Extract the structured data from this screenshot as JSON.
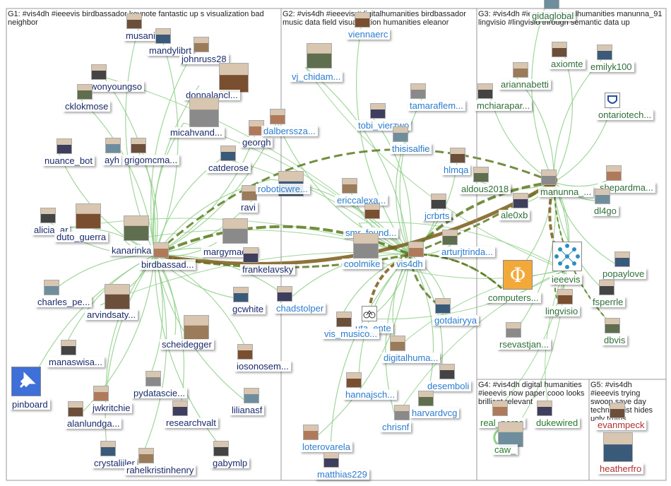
{
  "palette": {
    "g1": "#1b2a6b",
    "g2": "#2a7ccf",
    "g3": "#2f6e3a",
    "g4": "#247a2a",
    "g5": "#b03030",
    "edge_light": "#8fcf88",
    "edge_dark": "#5a7a1e",
    "edge_brown": "#7a5c1a"
  },
  "groups": [
    {
      "id": "g1",
      "title": "G1: #vis4dh #ieeevis birdbassador keynote fantastic up s visualization bad neighbor"
    },
    {
      "id": "g2",
      "title": "G2: #vis4dh #ieeevis #digitalhumanities birdbassador music data field visualization humanities eleanor"
    },
    {
      "id": "g3",
      "title": "G3: #vis4dh #ieeevis #digitalhumanities manunna_91 lingvisio #lingvisio through semantic data up"
    },
    {
      "id": "g4",
      "title": "G4: #vis4dh digital humanities #ieeevis now paper cooo looks brilliant relevant"
    },
    {
      "id": "g5",
      "title": "G5: #vis4dh #ieeevis trying swoop save day technologist hides ugly truths"
    }
  ],
  "nodes": [
    {
      "label": "musanim",
      "group": "g1",
      "icon": "avatar-icon"
    },
    {
      "label": "mandylibrt",
      "group": "g1",
      "icon": "avatar-icon"
    },
    {
      "label": "johnruss28",
      "group": "g1",
      "icon": "avatar-icon"
    },
    {
      "label": "wonyoungso",
      "group": "g1",
      "icon": "avatar-icon"
    },
    {
      "label": "donnalancl...",
      "group": "g1",
      "icon": "avatar-icon"
    },
    {
      "label": "cklokmose",
      "group": "g1",
      "icon": "avatar-icon"
    },
    {
      "label": "micahvand...",
      "group": "g1",
      "icon": "avatar-icon"
    },
    {
      "label": "georgh",
      "group": "g1",
      "icon": "avatar-icon"
    },
    {
      "label": "nuance_bot",
      "group": "g1",
      "icon": "avatar-icon"
    },
    {
      "label": "ayh",
      "group": "g1",
      "icon": "avatar-icon"
    },
    {
      "label": "grigomcma...",
      "group": "g1",
      "icon": "avatar-icon"
    },
    {
      "label": "catderose",
      "group": "g1",
      "icon": "avatar-icon"
    },
    {
      "label": "ravi",
      "group": "g1",
      "icon": "avatar-icon"
    },
    {
      "label": "alicia_ar",
      "group": "g1",
      "icon": "avatar-icon"
    },
    {
      "label": "duto_guerra",
      "group": "g1",
      "icon": "avatar-icon"
    },
    {
      "label": "kanarinka",
      "group": "g1",
      "icon": "avatar-icon"
    },
    {
      "label": "margymacl...",
      "group": "g1",
      "icon": "avatar-icon"
    },
    {
      "label": "birdbassad...",
      "group": "g1",
      "icon": "avatar-icon"
    },
    {
      "label": "frankelavsky",
      "group": "g1",
      "icon": "avatar-icon"
    },
    {
      "label": "charles_pe...",
      "group": "g1",
      "icon": "avatar-icon"
    },
    {
      "label": "arvindsaty...",
      "group": "g1",
      "icon": "avatar-icon"
    },
    {
      "label": "gcwhite",
      "group": "g1",
      "icon": "avatar-icon"
    },
    {
      "label": "scheidegger",
      "group": "g1",
      "icon": "avatar-icon"
    },
    {
      "label": "manaswisa...",
      "group": "g1",
      "icon": "avatar-icon"
    },
    {
      "label": "iosonosem...",
      "group": "g1",
      "icon": "avatar-icon"
    },
    {
      "label": "pinboard",
      "group": "g1",
      "icon": "pin-icon"
    },
    {
      "label": "pydatascie...",
      "group": "g1",
      "icon": "avatar-icon"
    },
    {
      "label": "jwkritchie",
      "group": "g1",
      "icon": "avatar-icon"
    },
    {
      "label": "researchvalt",
      "group": "g1",
      "icon": "avatar-icon"
    },
    {
      "label": "lilianasf",
      "group": "g1",
      "icon": "avatar-icon"
    },
    {
      "label": "alanlundga...",
      "group": "g1",
      "icon": "avatar-icon"
    },
    {
      "label": "crystaliiler",
      "group": "g1",
      "icon": "avatar-icon"
    },
    {
      "label": "rahelkristinhenry",
      "group": "g1",
      "icon": "avatar-icon"
    },
    {
      "label": "gabymlp",
      "group": "g1",
      "icon": "avatar-icon"
    },
    {
      "label": "viennaerc",
      "group": "g2",
      "icon": "avatar-icon"
    },
    {
      "label": "vj_chidam...",
      "group": "g2",
      "icon": "avatar-icon"
    },
    {
      "label": "tamaraflem...",
      "group": "g2",
      "icon": "avatar-icon"
    },
    {
      "label": "dalberssza...",
      "group": "g2",
      "icon": "avatar-icon"
    },
    {
      "label": "tobi_vierzwo",
      "group": "g2",
      "icon": "avatar-icon"
    },
    {
      "label": "thisisalfie",
      "group": "g2",
      "icon": "avatar-icon"
    },
    {
      "label": "hlmqa",
      "group": "g2",
      "icon": "avatar-icon"
    },
    {
      "label": "roboticwre...",
      "group": "g2",
      "icon": "avatar-icon"
    },
    {
      "label": "ericcalexa...",
      "group": "g2",
      "icon": "avatar-icon"
    },
    {
      "label": "jcrbrts",
      "group": "g2",
      "icon": "avatar-icon"
    },
    {
      "label": "smr_found...",
      "group": "g2",
      "icon": "avatar-icon"
    },
    {
      "label": "arturjtrinda...",
      "group": "g2",
      "icon": "avatar-icon"
    },
    {
      "label": "coolmike",
      "group": "g2",
      "icon": "avatar-icon"
    },
    {
      "label": "vis4dh",
      "group": "g2",
      "icon": "avatar-icon"
    },
    {
      "label": "chadstolper",
      "group": "g2",
      "icon": "avatar-icon"
    },
    {
      "label": "uta_ente",
      "group": "g2",
      "icon": "bike-icon"
    },
    {
      "label": "vis_musico...",
      "group": "g2",
      "icon": "avatar-icon"
    },
    {
      "label": "gotdairyya",
      "group": "g2",
      "icon": "avatar-icon"
    },
    {
      "label": "digitalhuma...",
      "group": "g2",
      "icon": "avatar-icon"
    },
    {
      "label": "desemboli",
      "group": "g2",
      "icon": "avatar-icon"
    },
    {
      "label": "hannajsch...",
      "group": "g2",
      "icon": "avatar-icon"
    },
    {
      "label": "harvardvcg",
      "group": "g2",
      "icon": "avatar-icon"
    },
    {
      "label": "chrisnf",
      "group": "g2",
      "icon": "avatar-icon"
    },
    {
      "label": "loterovarela",
      "group": "g2",
      "icon": "avatar-icon"
    },
    {
      "label": "matthias229",
      "group": "g2",
      "icon": "avatar-icon"
    },
    {
      "label": "gidaglobal",
      "group": "g3",
      "icon": "avatar-icon"
    },
    {
      "label": "axiomte",
      "group": "g3",
      "icon": "avatar-icon"
    },
    {
      "label": "emilyk100",
      "group": "g3",
      "icon": "avatar-icon"
    },
    {
      "label": "ariannabetti",
      "group": "g3",
      "icon": "avatar-icon"
    },
    {
      "label": "mchiarapar...",
      "group": "g3",
      "icon": "avatar-icon"
    },
    {
      "label": "ontariotech...",
      "group": "g3",
      "icon": "shield-icon"
    },
    {
      "label": "aldous2018",
      "group": "g3",
      "icon": "avatar-icon"
    },
    {
      "label": "manunna_...",
      "group": "g3",
      "icon": "avatar-icon"
    },
    {
      "label": "shepardma...",
      "group": "g3",
      "icon": "avatar-icon"
    },
    {
      "label": "ale0xb",
      "group": "g3",
      "icon": "avatar-icon"
    },
    {
      "label": "dl4go",
      "group": "g3",
      "icon": "avatar-icon"
    },
    {
      "label": "ieeevis",
      "group": "g3",
      "icon": "network-icon"
    },
    {
      "label": "popaylove",
      "group": "g3",
      "icon": "avatar-icon"
    },
    {
      "label": "computers...",
      "group": "g3",
      "icon": "phi-icon"
    },
    {
      "label": "fsperrle",
      "group": "g3",
      "icon": "avatar-icon"
    },
    {
      "label": "lingvisio",
      "group": "g3",
      "icon": "avatar-icon"
    },
    {
      "label": "dbvis",
      "group": "g3",
      "icon": "avatar-icon"
    },
    {
      "label": "rsevastjan...",
      "group": "g3",
      "icon": "avatar-icon"
    },
    {
      "label": "real_perso",
      "group": "g4",
      "icon": "avatar-icon"
    },
    {
      "label": "dukewired",
      "group": "g4",
      "icon": "avatar-icon"
    },
    {
      "label": "caw_",
      "group": "g4",
      "icon": "avatar-icon"
    },
    {
      "label": "evanmpeck",
      "group": "g5",
      "icon": "avatar-icon"
    },
    {
      "label": "heatherfro",
      "group": "g5",
      "icon": "avatar-icon"
    }
  ]
}
